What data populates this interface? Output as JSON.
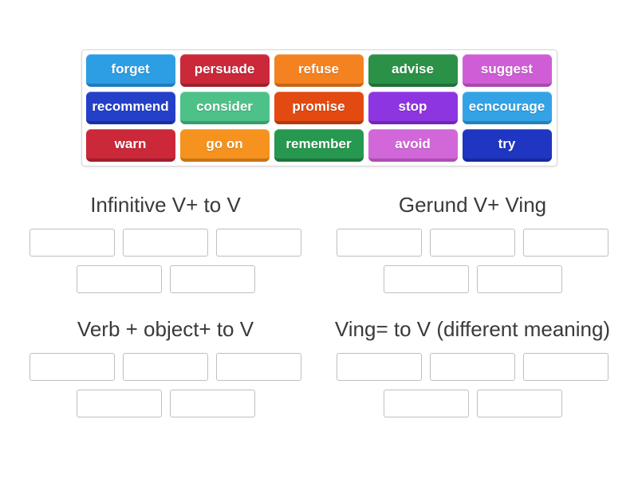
{
  "page": {
    "background": "#ffffff",
    "text_color": "#3a3a3a"
  },
  "word_bank": {
    "tiles": [
      {
        "label": "forget",
        "bg": "#2d9de4",
        "edge": "#1d7dba"
      },
      {
        "label": "persuade",
        "bg": "#cb2839",
        "edge": "#9e1f2d"
      },
      {
        "label": "refuse",
        "bg": "#f58220",
        "edge": "#c4661a"
      },
      {
        "label": "advise",
        "bg": "#2b9147",
        "edge": "#216f37"
      },
      {
        "label": "suggest",
        "bg": "#cf5ed6",
        "edge": "#a849ae"
      },
      {
        "label": "recommend",
        "bg": "#2440c9",
        "edge": "#1b309c"
      },
      {
        "label": "consider",
        "bg": "#4ec189",
        "edge": "#3b9c6d"
      },
      {
        "label": "promise",
        "bg": "#e24a11",
        "edge": "#b03a0e"
      },
      {
        "label": "stop",
        "bg": "#8e35e2",
        "edge": "#7028b4"
      },
      {
        "label": "ecncourage",
        "bg": "#33a3e6",
        "edge": "#2781b9"
      },
      {
        "label": "warn",
        "bg": "#cb2839",
        "edge": "#9e1f2d"
      },
      {
        "label": "go on",
        "bg": "#f6921e",
        "edge": "#c67418"
      },
      {
        "label": "remember",
        "bg": "#27984f",
        "edge": "#1e753d"
      },
      {
        "label": "avoid",
        "bg": "#d167d8",
        "edge": "#a950af"
      },
      {
        "label": "try",
        "bg": "#1e36c2",
        "edge": "#172a96"
      }
    ]
  },
  "groups": [
    {
      "title": "Infinitive V+ to V",
      "slot_count": 5
    },
    {
      "title": "Gerund V+ Ving",
      "slot_count": 5
    },
    {
      "title": "Verb + object+ to V",
      "slot_count": 5
    },
    {
      "title": "Ving= to V (different meaning)",
      "slot_count": 5
    }
  ]
}
